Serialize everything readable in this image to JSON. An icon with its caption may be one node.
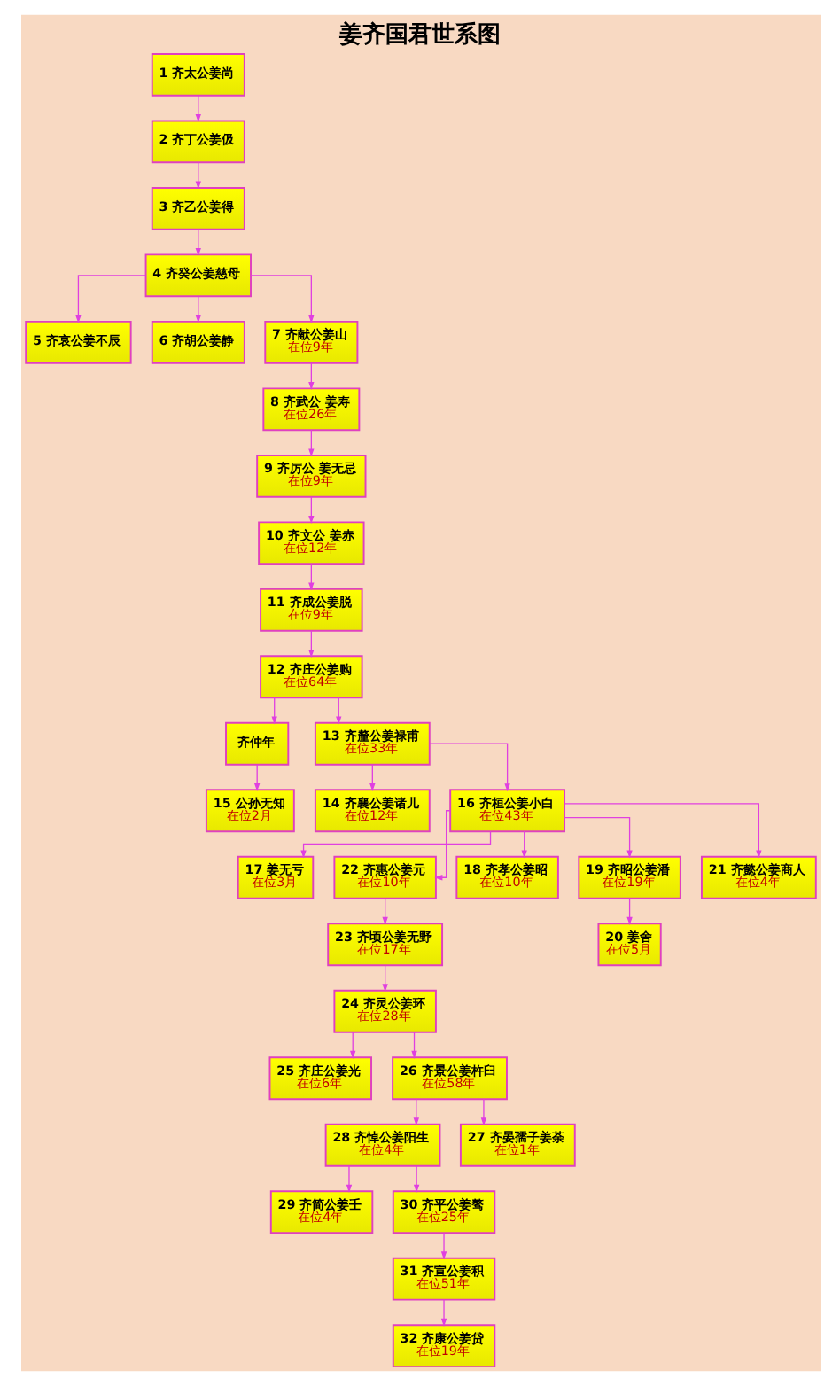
{
  "diagram": {
    "title": "姜齐国君世系图",
    "nodes": [
      {
        "text": [
          "1 齐太公姜尚"
        ]
      },
      {
        "text": [
          "2 齐丁公姜伋"
        ]
      },
      {
        "text": [
          "3 齐乙公姜得"
        ]
      },
      {
        "text": [
          "4 齐癸公姜慈母"
        ]
      },
      {
        "text": [
          "5 齐哀公姜不辰"
        ]
      },
      {
        "text": [
          "6 齐胡公姜静"
        ]
      },
      {
        "text": [
          "7 齐献公姜山",
          "在位9年"
        ]
      },
      {
        "text": [
          "8 齐武公 姜寿",
          "在位26年"
        ]
      },
      {
        "text": [
          "9 齐厉公 姜无忌",
          "在位9年"
        ]
      },
      {
        "text": [
          "10 齐文公 姜赤",
          "在位12年"
        ]
      },
      {
        "text": [
          "11 齐成公姜脱",
          "在位9年"
        ]
      },
      {
        "text": [
          "12 齐庄公姜购",
          "在位64年"
        ]
      },
      {
        "text": [
          "齐仲年"
        ]
      },
      {
        "text": [
          "13 齐釐公姜禄甫",
          "在位33年"
        ]
      },
      {
        "text": [
          "15 公孙无知",
          "在位2月"
        ]
      },
      {
        "text": [
          "14 齐襄公姜诸儿",
          "在位12年"
        ]
      },
      {
        "text": [
          "16 齐桓公姜小白",
          "在位43年"
        ]
      },
      {
        "text": [
          "17 姜无亏",
          "在位3月"
        ]
      },
      {
        "text": [
          "22 齐惠公姜元",
          "在位10年"
        ]
      },
      {
        "text": [
          "18 齐孝公姜昭",
          "在位10年"
        ]
      },
      {
        "text": [
          "19 齐昭公姜潘",
          "在位19年"
        ]
      },
      {
        "text": [
          "21 齐懿公姜商人",
          "在位4年"
        ]
      },
      {
        "text": [
          "23 齐顷公姜无野",
          "在位17年"
        ]
      },
      {
        "text": [
          "20 姜舍",
          "在位5月"
        ]
      },
      {
        "text": [
          "24 齐灵公姜环",
          "在位28年"
        ]
      },
      {
        "text": [
          "25 齐庄公姜光",
          "在位6年"
        ]
      },
      {
        "text": [
          "26 齐景公姜杵臼",
          "在位58年"
        ]
      },
      {
        "text": [
          "28 齐悼公姜阳生",
          "在位4年"
        ]
      },
      {
        "text": [
          "27 齐晏孺子姜荼",
          "在位1年"
        ]
      },
      {
        "text": [
          "29 齐简公姜壬",
          "在位4年"
        ]
      },
      {
        "text": [
          "30 齐平公姜骜",
          "在位25年"
        ]
      },
      {
        "text": [
          "31 齐宣公姜积",
          "在位51年"
        ]
      },
      {
        "text": [
          "32 齐康公姜贷",
          "在位19年"
        ]
      }
    ],
    "edges": [
      {
        "from": 0,
        "to": 1,
        "arrow": "to"
      },
      {
        "from": 1,
        "to": 2,
        "arrow": "to"
      },
      {
        "from": 2,
        "to": 3,
        "arrow": "to"
      },
      {
        "from": 3,
        "to": 4,
        "arrow": "to"
      },
      {
        "from": 3,
        "to": 5,
        "arrow": "to"
      },
      {
        "from": 3,
        "to": 6,
        "arrow": "to"
      },
      {
        "from": 6,
        "to": 7,
        "arrow": "to"
      },
      {
        "from": 7,
        "to": 8,
        "arrow": "to"
      },
      {
        "from": 8,
        "to": 9,
        "arrow": "to"
      },
      {
        "from": 9,
        "to": 10,
        "arrow": "to"
      },
      {
        "from": 10,
        "to": 11,
        "arrow": "to"
      },
      {
        "from": 11,
        "to": 12,
        "arrow": "to"
      },
      {
        "from": 11,
        "to": 13,
        "arrow": "to"
      },
      {
        "from": 12,
        "to": 14,
        "arrow": "to"
      },
      {
        "from": 13,
        "to": 15,
        "arrow": "to"
      },
      {
        "from": 13,
        "to": 16,
        "arrow": "to"
      },
      {
        "from": 16,
        "to": 17,
        "arrow": "to"
      },
      {
        "from": 16,
        "to": 18,
        "arrow": "to"
      },
      {
        "from": 16,
        "to": 19,
        "arrow": "to"
      },
      {
        "from": 16,
        "to": 20,
        "arrow": "to"
      },
      {
        "from": 16,
        "to": 21,
        "arrow": "to"
      },
      {
        "from": 18,
        "to": 22,
        "arrow": "to"
      },
      {
        "from": 20,
        "to": 23,
        "arrow": "to"
      },
      {
        "from": 22,
        "to": 24,
        "arrow": "to"
      },
      {
        "from": 24,
        "to": 25,
        "arrow": "to"
      },
      {
        "from": 24,
        "to": 26,
        "arrow": "to"
      },
      {
        "from": 26,
        "to": 27,
        "arrow": "to"
      },
      {
        "from": 26,
        "to": 28,
        "arrow": "to"
      },
      {
        "from": 27,
        "to": 29,
        "arrow": "to"
      },
      {
        "from": 27,
        "to": 30,
        "arrow": "to"
      },
      {
        "from": 30,
        "to": 31,
        "arrow": "to"
      },
      {
        "from": 31,
        "to": 32,
        "arrow": "to"
      }
    ]
  }
}
